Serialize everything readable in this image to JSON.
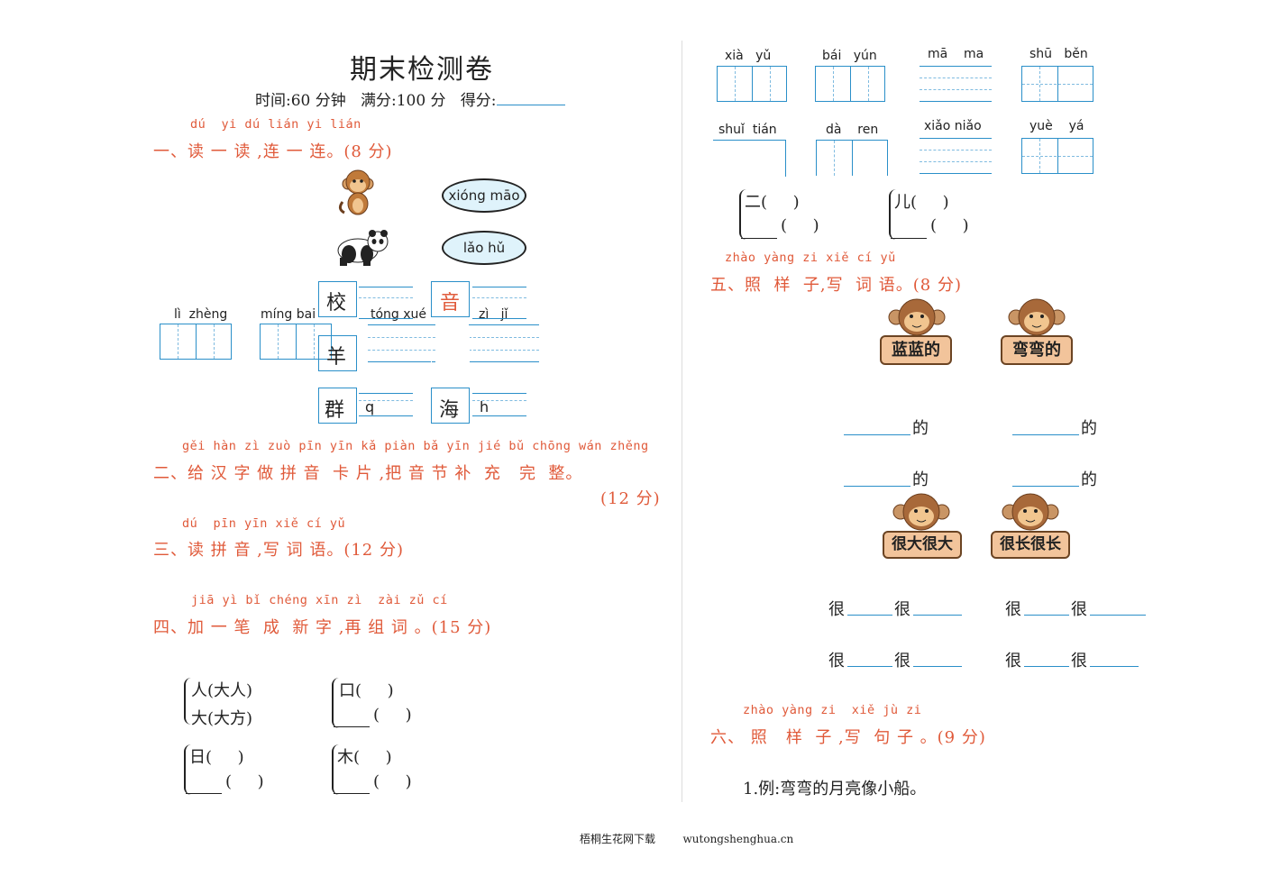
{
  "header": {
    "title": "期末检测卷",
    "info_text": "时间:60 分钟   满分:100 分   得分:"
  },
  "q1": {
    "pinyin": "dú  yi dú lián yi lián",
    "heading": "一、读 一 读 ,连 一 连。(8 分)",
    "ovals": [
      "xióng māo",
      "lǎo hǔ"
    ]
  },
  "q2": {
    "pinyin_row": [
      "lì  zhèng",
      "míng bai",
      "tóng xué",
      "zì   jǐ"
    ],
    "chars": [
      "校",
      "",
      "",
      "",
      "羊",
      "",
      "群",
      "q",
      "海",
      "h"
    ],
    "char_top_left": "校",
    "char_top_right": "音",
    "char_mid_left": "羊",
    "char_bot_left": "群",
    "char_bot_left_hint": "q",
    "char_bot_right": "海",
    "char_bot_right_hint": "h",
    "pinyin": "gěi hàn zì zuò pīn yīn kǎ piàn bǎ yīn jié bǔ chōng wán zhěng",
    "heading": "二、给 汉 字 做 拼 音  卡 片 ,把 音 节 补  充   完  整。",
    "score": "(12 分)"
  },
  "q3": {
    "pinyin": "dú  pīn yīn xiě cí yǔ",
    "heading": "三、读 拼 音 ,写 词 语。(12 分)"
  },
  "q4": {
    "pinyin": "jiā yì bǐ chéng xīn zì  zài zǔ cí",
    "heading": "四、加 一 笔  成  新 字 ,再 组 词 。(15 分)",
    "items": [
      {
        "top": "人(大人)",
        "bottom": "大(大方)"
      },
      {
        "top": "口(     )",
        "bottom": "(     )"
      },
      {
        "top": "日(     )",
        "bottom": "(     )"
      },
      {
        "top": "木(     )",
        "bottom": "(     )"
      }
    ]
  },
  "right_top": {
    "pinyin_row1": [
      "xià   yǔ",
      "bái   yún",
      "mā    ma",
      "shū   běn"
    ],
    "pinyin_row2": [
      "shuǐ  tián",
      "dà    ren",
      "xiǎo niǎo",
      "yuè    yá"
    ]
  },
  "right_q4": {
    "items": [
      {
        "top": "二(     )",
        "bottom": "(     )"
      },
      {
        "top": "儿(     )",
        "bottom": "(     )"
      }
    ]
  },
  "q5": {
    "pinyin": "zhào yàng zi xiě cí yǔ",
    "heading": "五、照  样  子,写  词 语。(8 分)",
    "signs": [
      "蓝蓝的",
      "弯弯的",
      "很大很大",
      "很长很长"
    ],
    "de": "的",
    "hen": "很"
  },
  "q6": {
    "pinyin": "zhào yàng zi  xiě jù zi",
    "heading": "六、 照   样  子 ,写  句 子 。(9 分)",
    "example": "1.例:弯弯的月亮像小船。"
  },
  "footer": {
    "text": "梧桐生花网下载        wutongshenghua.cn"
  }
}
